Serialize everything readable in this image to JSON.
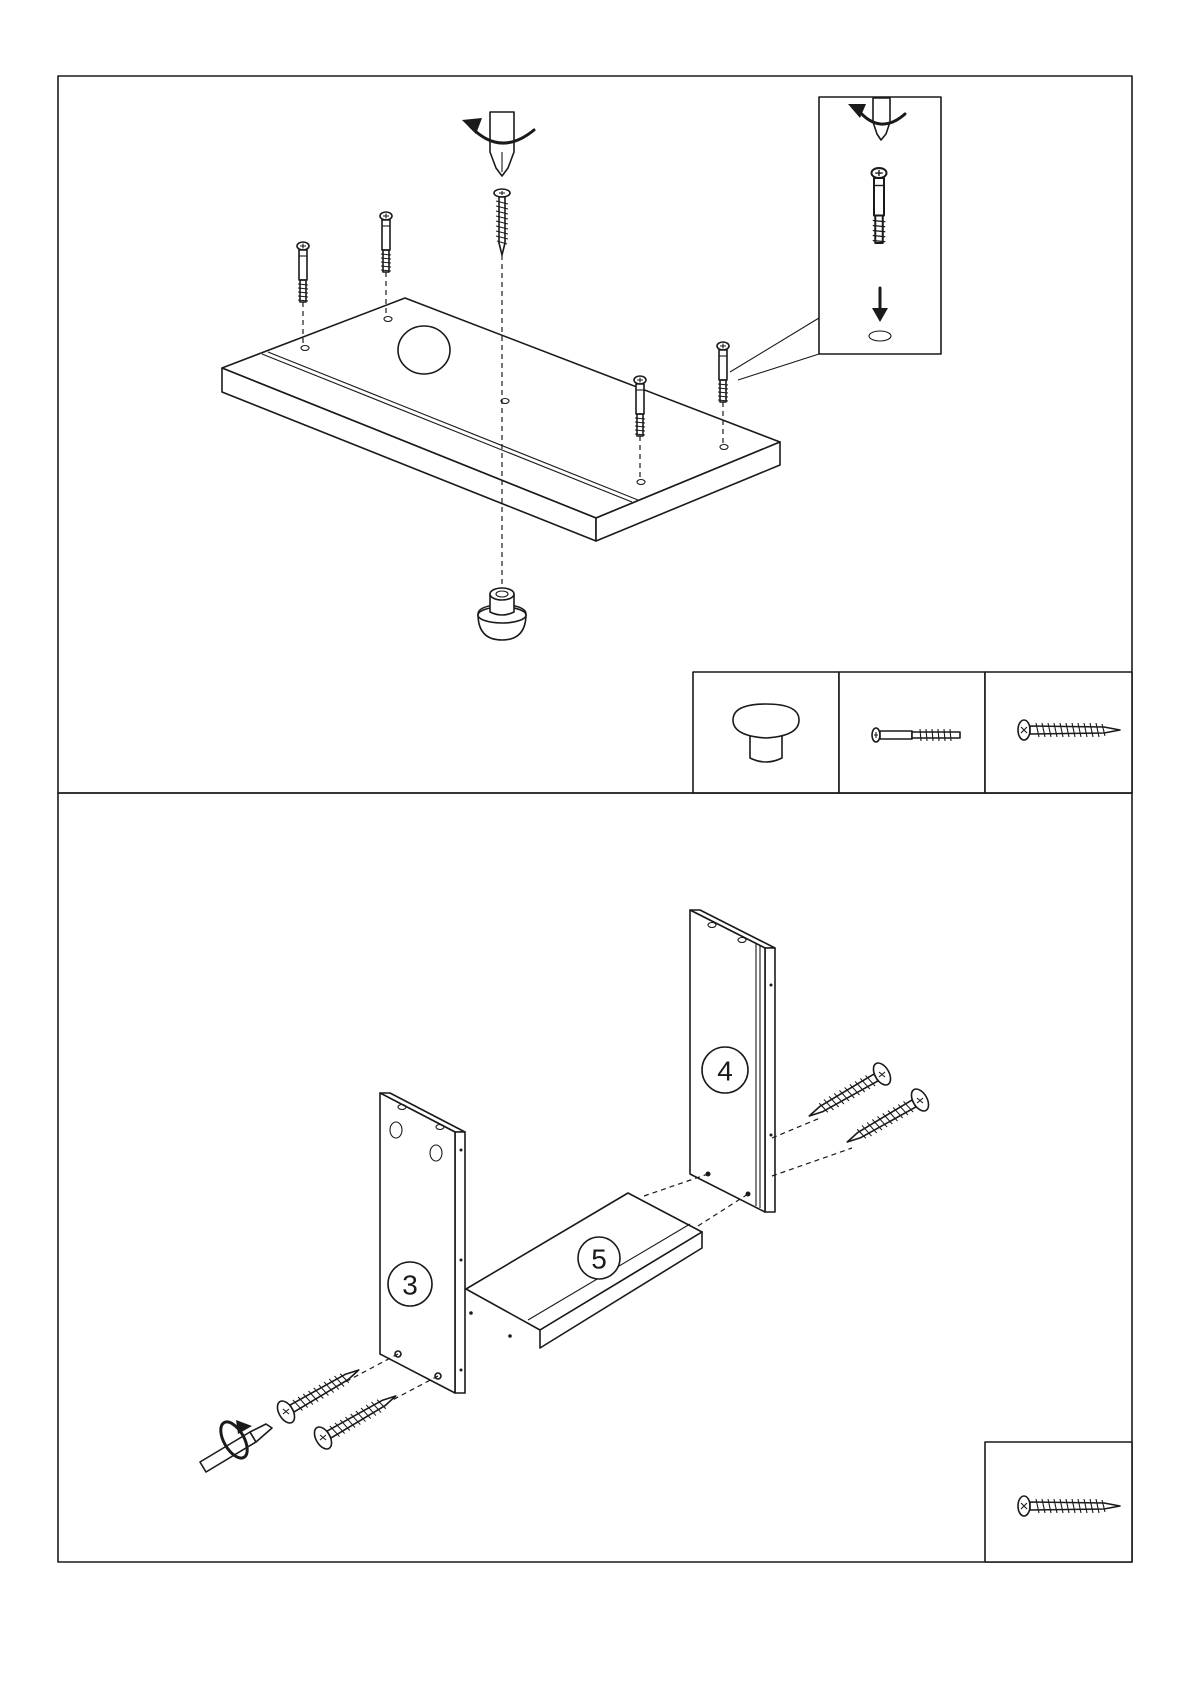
{
  "step_one": {
    "inventory": [
      "knob-icon",
      "cam-bolt-icon",
      "wood-screw-icon"
    ],
    "detail_callout": [
      "screwdriver-icon",
      "cam-bolt-icon",
      "down-arrow-icon"
    ]
  },
  "step_two": {
    "panel_numbers": {
      "side_left": "3",
      "side_right": "4",
      "bottom": "5"
    },
    "inventory": [
      "wood-screw-icon"
    ]
  }
}
